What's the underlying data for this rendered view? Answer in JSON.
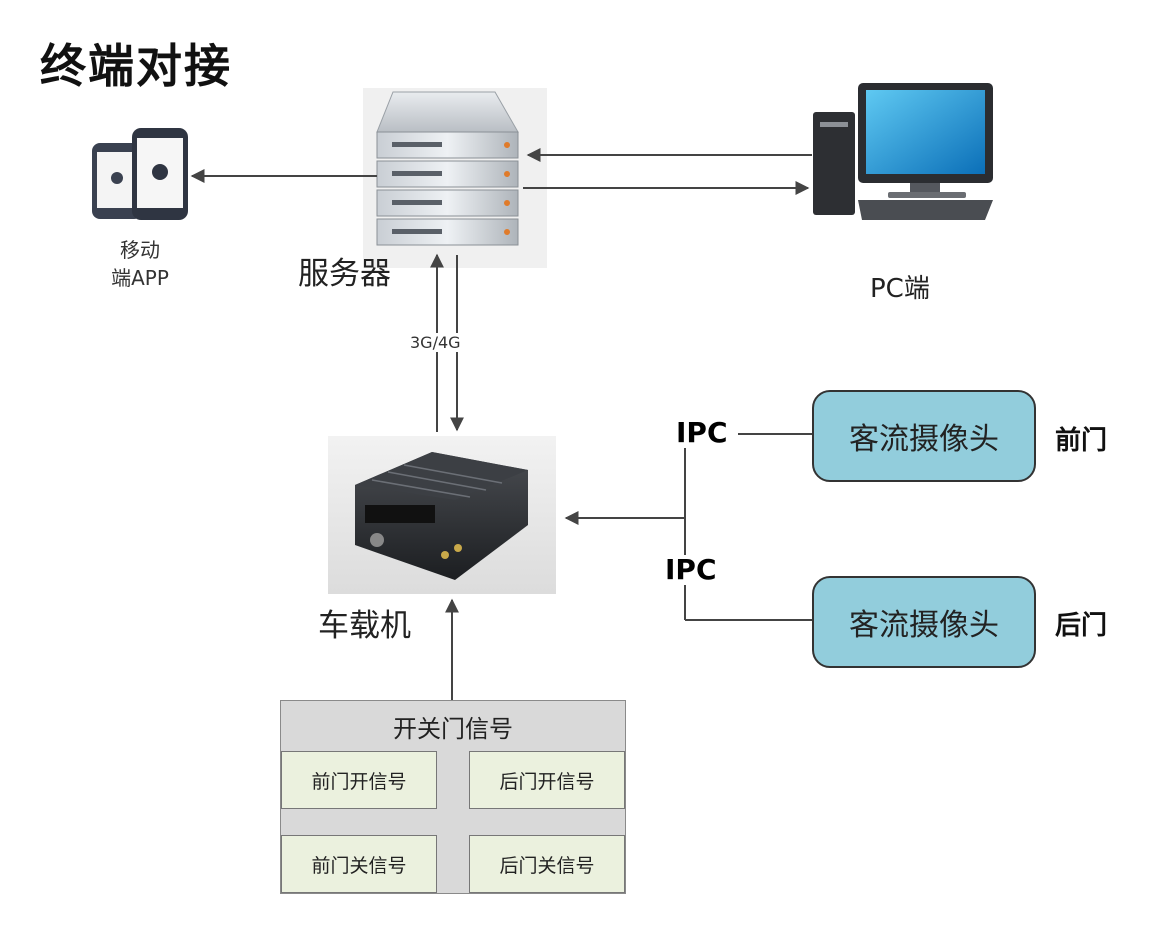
{
  "title": "终端对接",
  "mobile": {
    "label_line1": "移动",
    "label_line2": "端APP"
  },
  "server": {
    "label": "服务器"
  },
  "pc": {
    "label": "PC端"
  },
  "network": {
    "label": "3G/4G"
  },
  "dvr": {
    "label": "车载机"
  },
  "cameras": [
    {
      "ipc": "IPC",
      "name": "客流摄像头",
      "door": "前门"
    },
    {
      "ipc": "IPC",
      "name": "客流摄像头",
      "door": "后门"
    }
  ],
  "signals": {
    "title": "开关门信号",
    "cells": [
      "前门开信号",
      "后门开信号",
      "前门关信号",
      "后门关信号"
    ]
  },
  "colors": {
    "camera_box": "#92cddc",
    "signal_panel": "#d9d9d9",
    "signal_cell": "#ebf1de",
    "arrow": "#444444"
  }
}
